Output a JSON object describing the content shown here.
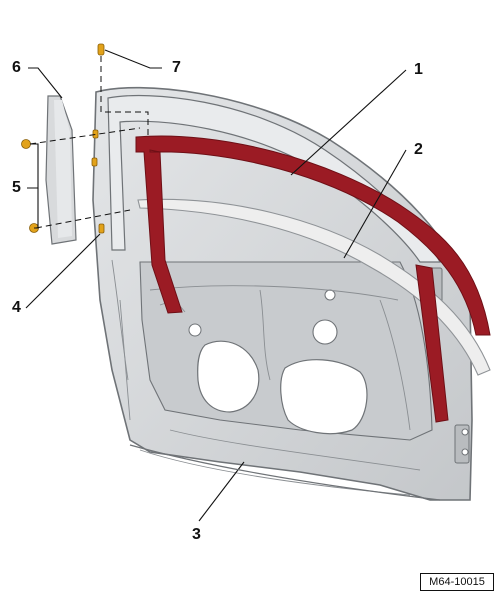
{
  "callouts": {
    "c1": "1",
    "c2": "2",
    "c3": "3",
    "c4": "4",
    "c5": "5",
    "c6": "6",
    "c7": "7"
  },
  "reference_code": "M64-10015",
  "colors": {
    "door_shell": "#d4d6d8",
    "door_shade": "#b9bcbf",
    "door_edge": "#6f7377",
    "seal_frame": "#9b1b24",
    "seal_frame_dark": "#6e0f16",
    "trim_strip": "#e6e6e6",
    "fastener": "#e2a21a"
  }
}
